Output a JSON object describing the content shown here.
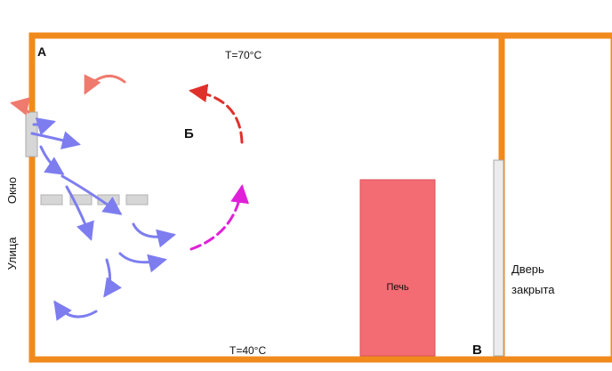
{
  "labels": {
    "corner_a": "А",
    "center_b": "Б",
    "corner_v": "В",
    "temp_top": "T=70°C",
    "temp_bottom": "T=40°C",
    "window": "Окно",
    "street": "Улица",
    "stove": "Печь",
    "door_line1": "Дверь",
    "door_line2": "закрыта"
  },
  "colors": {
    "wall": "#f08a1c",
    "stove": "#f36b73",
    "cold_air": "#7d7df0",
    "hot_air": "#ef7a6e",
    "warm_air": "#e020d8",
    "fixture": "#d6d6d6"
  }
}
